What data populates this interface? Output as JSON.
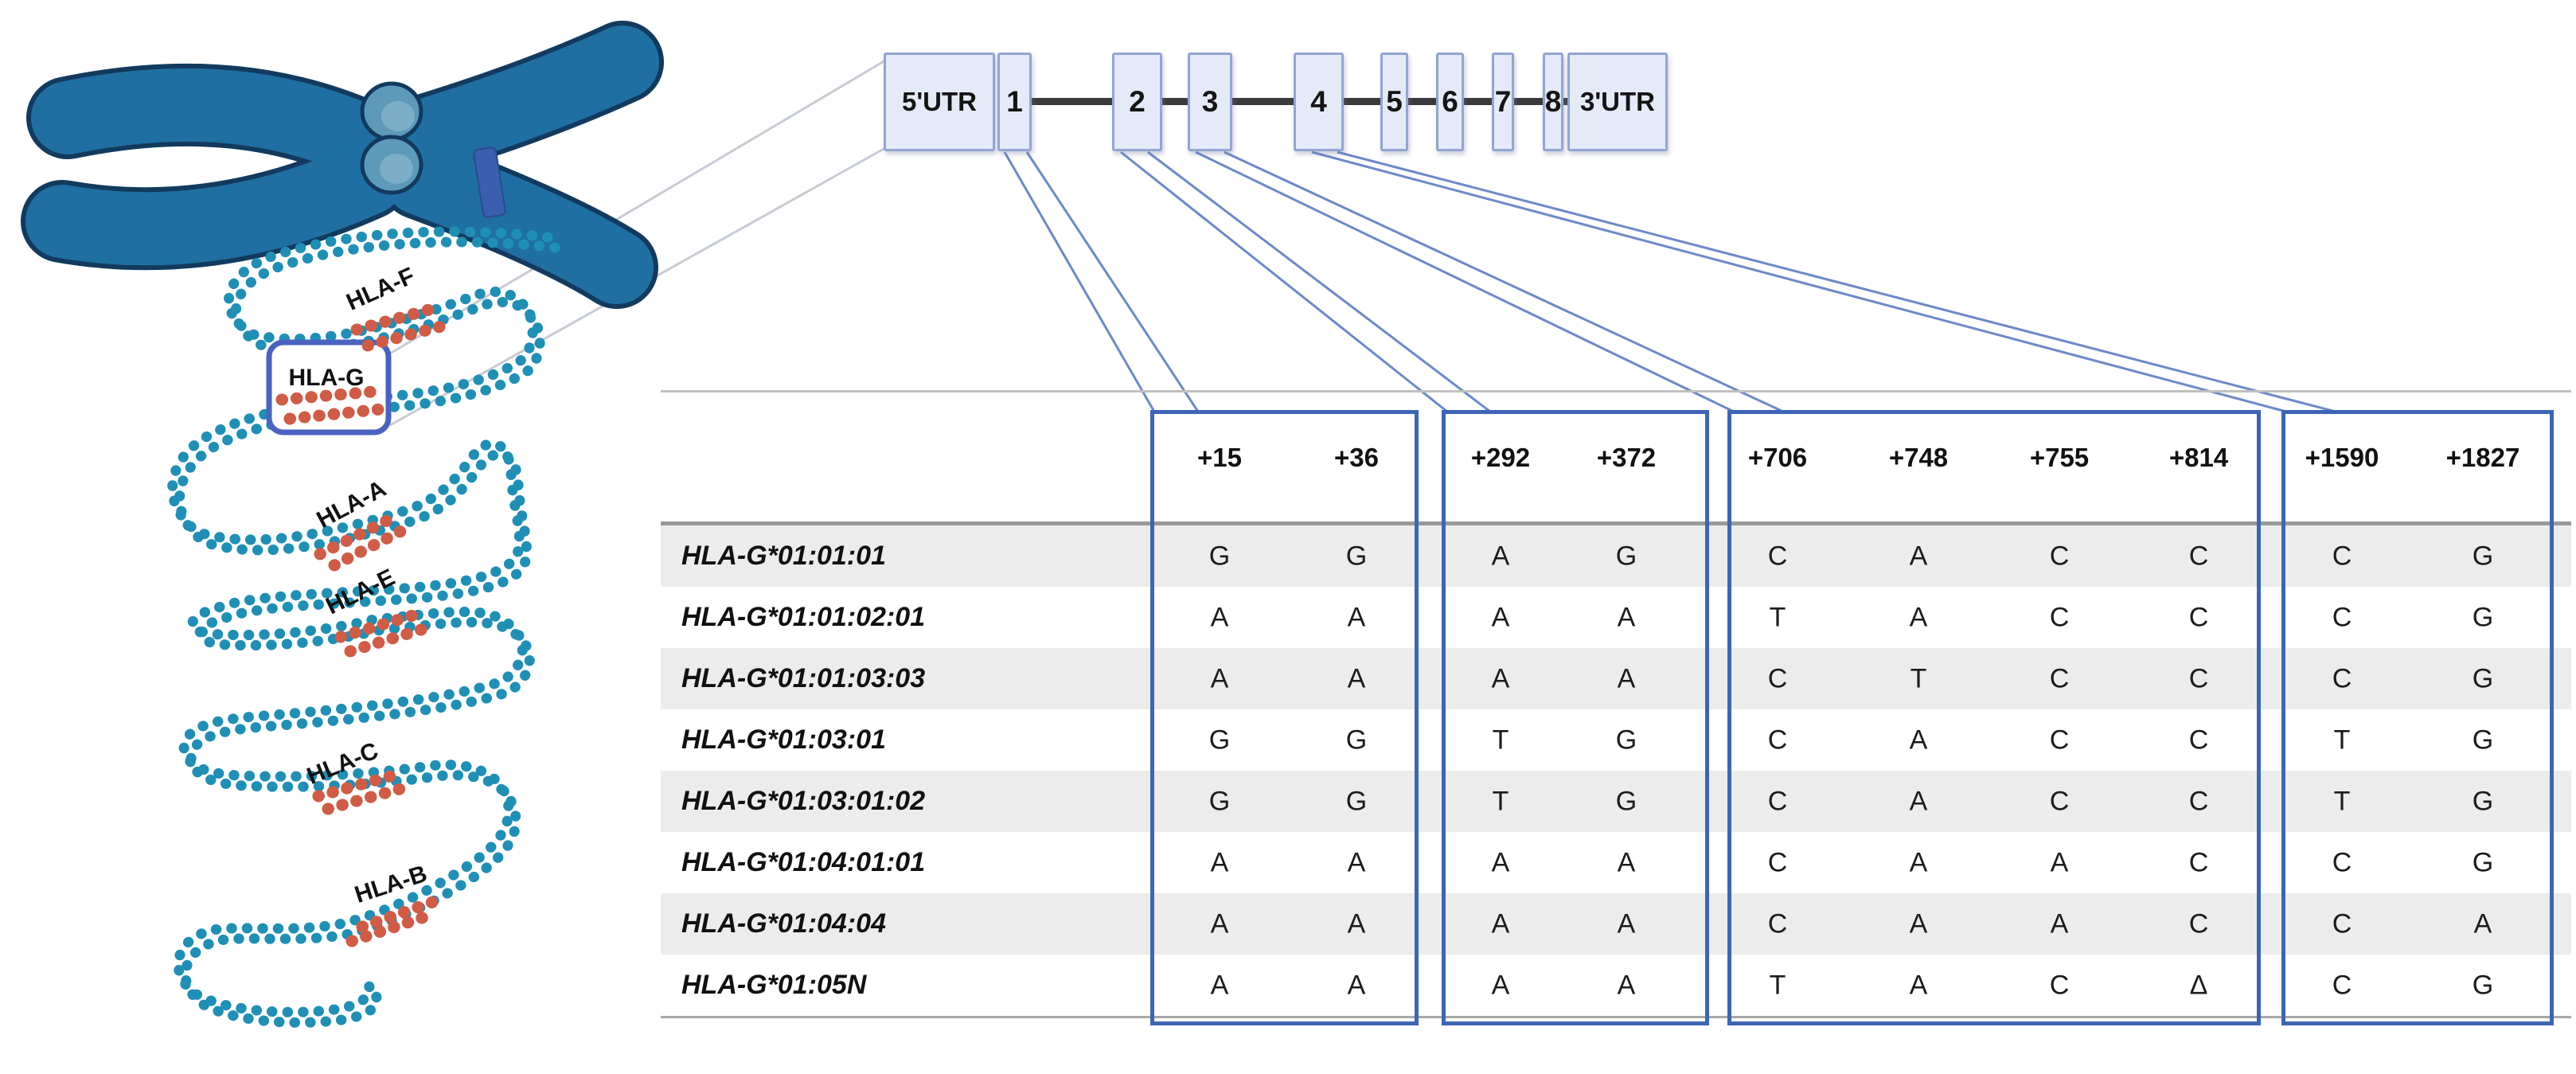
{
  "figure_title": "HLA-G gene map and allele variant table",
  "hla_cluster": {
    "genes": [
      {
        "label": "HLA-F"
      },
      {
        "label": "HLA-G",
        "highlighted": true
      },
      {
        "label": "HLA-A"
      },
      {
        "label": "HLA-E"
      },
      {
        "label": "HLA-C"
      },
      {
        "label": "HLA-B"
      }
    ]
  },
  "gene_map": {
    "segments": [
      "5'UTR",
      "1",
      "2",
      "3",
      "4",
      "5",
      "6",
      "7",
      "8",
      "3'UTR"
    ]
  },
  "table": {
    "columns": [
      "+15",
      "+36",
      "+292",
      "+372",
      "+706",
      "+748",
      "+755",
      "+814",
      "+1590",
      "+1827"
    ],
    "position_groups": [
      {
        "columns": [
          "+15",
          "+36"
        ],
        "linked_exon": "1"
      },
      {
        "columns": [
          "+292",
          "+372"
        ],
        "linked_exon": "2"
      },
      {
        "columns": [
          "+706",
          "+748",
          "+755",
          "+814"
        ],
        "linked_exon": "3"
      },
      {
        "columns": [
          "+1590",
          "+1827"
        ],
        "linked_exon": "4"
      }
    ],
    "rows": [
      {
        "allele": "HLA-G*01:01:01",
        "values": [
          "G",
          "G",
          "A",
          "G",
          "C",
          "A",
          "C",
          "C",
          "C",
          "G"
        ]
      },
      {
        "allele": "HLA-G*01:01:02:01",
        "values": [
          "A",
          "A",
          "A",
          "A",
          "T",
          "A",
          "C",
          "C",
          "C",
          "G"
        ]
      },
      {
        "allele": "HLA-G*01:01:03:03",
        "values": [
          "A",
          "A",
          "A",
          "A",
          "C",
          "T",
          "C",
          "C",
          "C",
          "G"
        ]
      },
      {
        "allele": "HLA-G*01:03:01",
        "values": [
          "G",
          "G",
          "T",
          "G",
          "C",
          "A",
          "C",
          "C",
          "T",
          "G"
        ]
      },
      {
        "allele": "HLA-G*01:03:01:02",
        "values": [
          "G",
          "G",
          "T",
          "G",
          "C",
          "A",
          "C",
          "C",
          "T",
          "G"
        ]
      },
      {
        "allele": "HLA-G*01:04:01:01",
        "values": [
          "A",
          "A",
          "A",
          "A",
          "C",
          "A",
          "A",
          "C",
          "C",
          "G"
        ]
      },
      {
        "allele": "HLA-G*01:04:04",
        "values": [
          "A",
          "A",
          "A",
          "A",
          "C",
          "A",
          "A",
          "C",
          "C",
          "A"
        ]
      },
      {
        "allele": "HLA-G*01:05N",
        "values": [
          "A",
          "A",
          "A",
          "A",
          "T",
          "A",
          "C",
          "Δ",
          "C",
          "G"
        ]
      }
    ]
  },
  "colors": {
    "chromosome_fill": "#1f6fa2",
    "chromosome_outline": "#123a5e",
    "centromere": "#5d9aba",
    "chromosome_band": "#3a5fae",
    "bead_teal": "#1f8fb5",
    "bead_red": "#d05c45",
    "gene_box_fill": "#e4eaf8",
    "gene_box_border": "#92a5d2",
    "group_box_border": "#3c66b4",
    "connector_blue": "#6c89c8",
    "wedge_gray": "#c6cbd4",
    "stripe_gray": "#ececec"
  }
}
